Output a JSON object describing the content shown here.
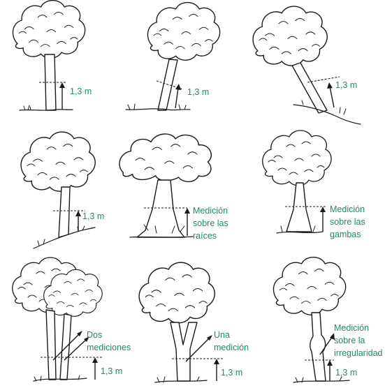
{
  "label_color": "#1a8b6e",
  "panels": [
    {
      "id": "upright",
      "label_lines": [
        "1,3 m"
      ]
    },
    {
      "id": "leaning",
      "label_lines": [
        "1,3 m"
      ]
    },
    {
      "id": "steep-lean",
      "label_lines": [
        "1,3 m"
      ]
    },
    {
      "id": "slope",
      "label_lines": [
        "1,3 m"
      ]
    },
    {
      "id": "roots",
      "label_lines": [
        "Medición",
        "sobre las",
        "raíces"
      ]
    },
    {
      "id": "buttress",
      "label_lines": [
        "Medición",
        "sobre las",
        "gambas"
      ]
    },
    {
      "id": "forked-low",
      "label_lines": [
        "Dos",
        "mediciones"
      ],
      "height_label": "1,3 m"
    },
    {
      "id": "forked-high",
      "label_lines": [
        "Una",
        "medición"
      ],
      "height_label": "1,3 m"
    },
    {
      "id": "irregular",
      "label_lines": [
        "Medición",
        "sobre la",
        "irregularidad"
      ],
      "height_label": "1,3 m"
    }
  ]
}
